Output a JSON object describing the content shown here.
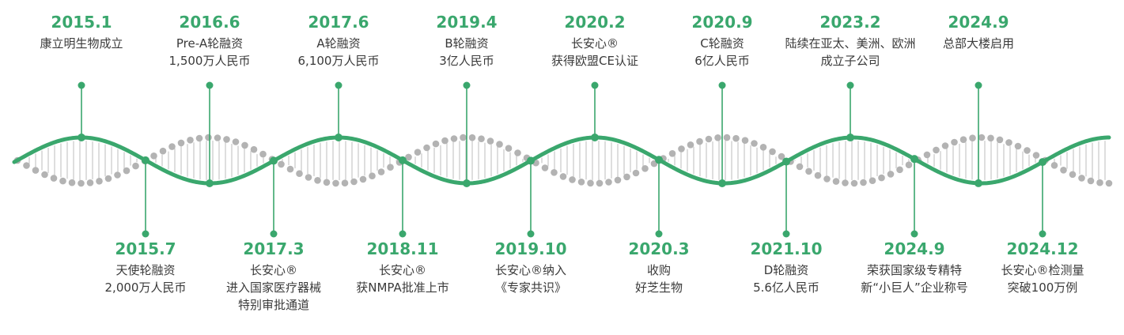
{
  "colors": {
    "accent": "#3aa76d",
    "strand_green": "#3aa76d",
    "strand_gray": "#b3b3b3",
    "rung": "#cfcfcf",
    "text": "#3a3a3a"
  },
  "events_top": [
    {
      "date": "2015.1",
      "lines": [
        "康立明生物成立"
      ]
    },
    {
      "date": "2016.6",
      "lines": [
        "Pre-A轮融资",
        "1,500万人民币"
      ]
    },
    {
      "date": "2017.6",
      "lines": [
        "A轮融资",
        "6,100万人民币"
      ]
    },
    {
      "date": "2019.4",
      "lines": [
        "B轮融资",
        "3亿人民币"
      ]
    },
    {
      "date": "2020.2",
      "lines": [
        "长安心®",
        "获得欧盟CE认证"
      ]
    },
    {
      "date": "2020.9",
      "lines": [
        "C轮融资",
        "6亿人民币"
      ]
    },
    {
      "date": "2023.2",
      "lines": [
        "陆续在亚太、美洲、欧洲",
        "成立子公司"
      ]
    },
    {
      "date": "2024.9",
      "lines": [
        "总部大楼启用"
      ]
    }
  ],
  "events_bottom": [
    {
      "date": "2015.7",
      "lines": [
        "天使轮融资",
        "2,000万人民币"
      ]
    },
    {
      "date": "2017.3",
      "lines": [
        "长安心®",
        "进入国家医疗器械",
        "特别审批通道"
      ]
    },
    {
      "date": "2018.11",
      "lines": [
        "长安心®",
        "获NMPA批准上市"
      ]
    },
    {
      "date": "2019.10",
      "lines": [
        "长安心®纳入",
        "《专家共识》"
      ]
    },
    {
      "date": "2020.3",
      "lines": [
        "收购",
        "好芝生物"
      ]
    },
    {
      "date": "2021.10",
      "lines": [
        "D轮融资",
        "5.6亿人民币"
      ]
    },
    {
      "date": "2024.9",
      "lines": [
        "荣获国家级专精特",
        "新“小巨人”企业称号"
      ]
    },
    {
      "date": "2024.12",
      "lines": [
        "长安心®检测量",
        "突破100万例"
      ]
    }
  ]
}
